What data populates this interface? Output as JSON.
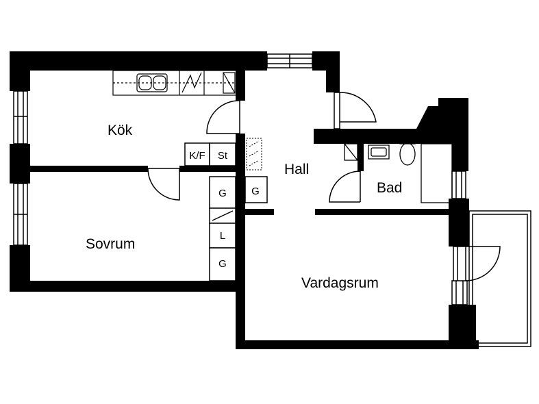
{
  "rooms": {
    "kok": "Kök",
    "hall": "Hall",
    "bad": "Bad",
    "sovrum": "Sovrum",
    "vardagsrum": "Vardagsrum"
  },
  "fixtures": {
    "fridge_freezer": "K/F",
    "stove": "St",
    "wardrobe_hall": "G",
    "wardrobe_bed_top": "G",
    "linen": "L",
    "wardrobe_bed_bottom": "G"
  },
  "colors": {
    "wall": "#000000",
    "line": "#000000",
    "background": "#ffffff"
  }
}
